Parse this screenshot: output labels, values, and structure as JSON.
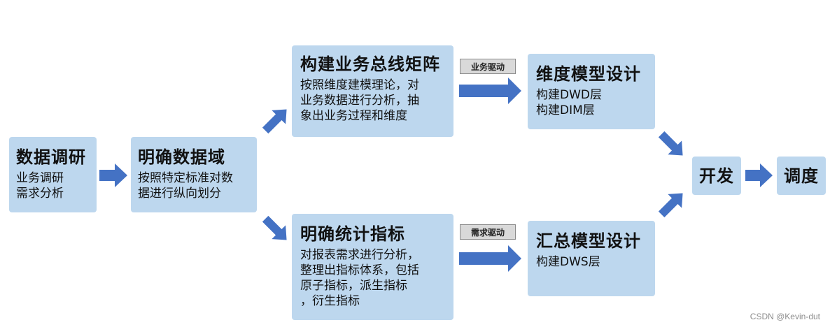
{
  "colors": {
    "box_fill": "#bdd7ee",
    "arrow_fill": "#4472c4",
    "tag_fill": "#d9d9d9"
  },
  "nodes": {
    "research": {
      "title": "数据调研",
      "lines": [
        "业务调研",
        "需求分析"
      ]
    },
    "domain": {
      "title": "明确数据域",
      "lines": [
        "按照特定标准对数",
        "据进行纵向划分"
      ]
    },
    "bus": {
      "title": "构建业务总线矩阵",
      "lines": [
        "按照维度建模理论，对",
        "业务数据进行分析，抽",
        "象出业务过程和维度"
      ]
    },
    "metrics": {
      "title": "明确统计指标",
      "lines": [
        "对报表需求进行分析，",
        "整理出指标体系，包括",
        "原子指标，派生指标",
        "，衍生指标"
      ]
    },
    "dimension": {
      "title": "维度模型设计",
      "lines": [
        "构建DWD层",
        "构建DIM层"
      ]
    },
    "summary": {
      "title": "汇总模型设计",
      "lines": [
        "构建DWS层"
      ]
    },
    "develop": {
      "title": "开发"
    },
    "schedule": {
      "title": "调度"
    }
  },
  "tags": {
    "business_driven": "业务驱动",
    "demand_driven": "需求驱动"
  },
  "watermark": "CSDN @Kevin-dut"
}
